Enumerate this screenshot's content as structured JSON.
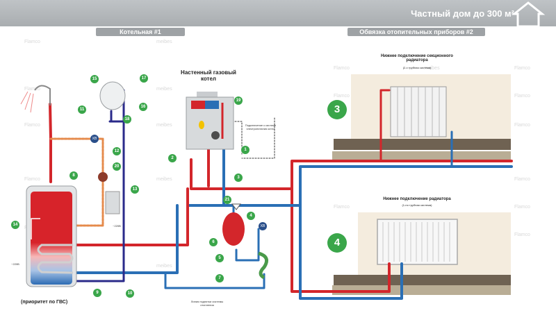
{
  "header": {
    "title": "Частный дом до 300 м²"
  },
  "sections": {
    "left": "Котельная #1",
    "right": "Обвязка отопительных приборов #2"
  },
  "boiler": {
    "label": "Настенный газовый котел"
  },
  "boiler_note": "Подключение к системе электропитания котла",
  "radiator_top": {
    "title": "Нижнее подключение секционного радиатора",
    "subtitle": "(2-х трубная система)"
  },
  "radiator_bottom": {
    "title": "Нижнее подключение радиатора",
    "subtitle": "(1-но трубная система)"
  },
  "priority": "(приоритет по ГВС)",
  "feed_note": "Линия подпитки системы отопления",
  "volt_labels": [
    "~220В",
    "~220В"
  ],
  "xb": "ХВ",
  "badges": [
    "1",
    "2",
    "3",
    "4",
    "5",
    "6",
    "7",
    "8",
    "9",
    "10",
    "11",
    "12",
    "13",
    "14",
    "15",
    "16",
    "17",
    "18",
    "19",
    "20",
    "21"
  ],
  "big_badges": [
    "3",
    "4"
  ],
  "colors": {
    "hot": "#d3262b",
    "cold": "#2a6fb5",
    "circ": "#e58a4b",
    "badge": "#3aa64a",
    "header": "#a9adb0"
  },
  "watermarks": [
    "Flamco",
    "meibes"
  ],
  "icons": {
    "house": "house-icon",
    "shower": "shower-icon"
  }
}
